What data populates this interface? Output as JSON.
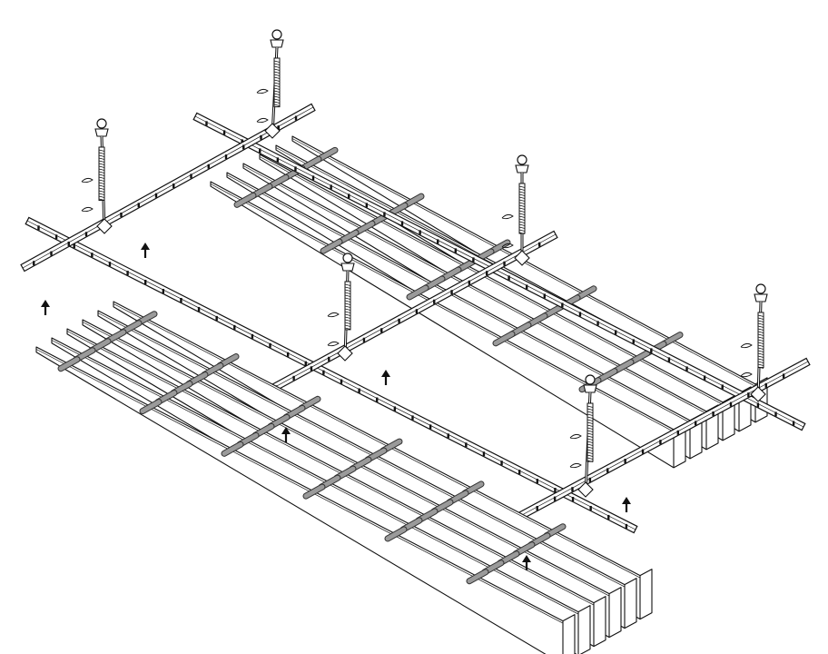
{
  "colors": {
    "background": "#ffffff",
    "line": "#111111",
    "rod": "#9a9a9a",
    "rod_outline": "#333333"
  },
  "components": {
    "main_runners": 2,
    "cross_runners": 3,
    "hangers": 6,
    "ceiling_baffles_lower_group": 6,
    "ceiling_baffles_upper_group": 6,
    "installation_arrows": 6
  }
}
